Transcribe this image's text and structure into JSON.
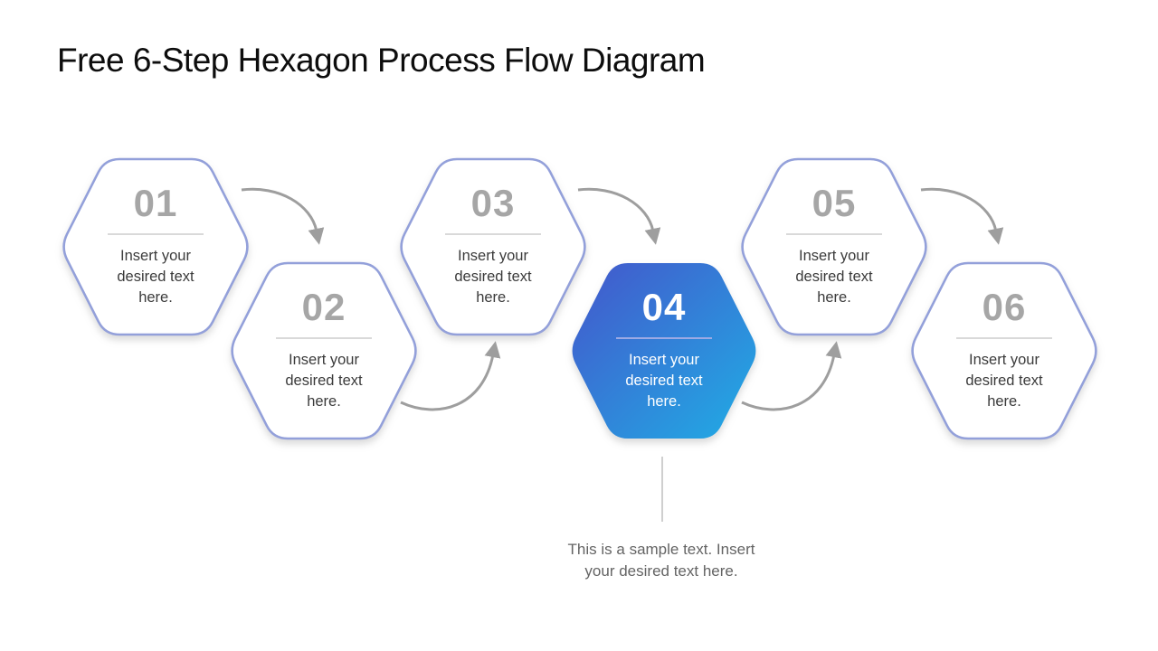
{
  "slide": {
    "title": "Free 6-Step Hexagon Process Flow Diagram",
    "background": "#ffffff"
  },
  "steps": [
    {
      "number": "01",
      "text": "Insert your desired text here.",
      "active": false
    },
    {
      "number": "02",
      "text": "Insert your desired text here.",
      "active": false
    },
    {
      "number": "03",
      "text": "Insert your desired text here.",
      "active": false
    },
    {
      "number": "04",
      "text": "Insert your desired text here.",
      "active": true
    },
    {
      "number": "05",
      "text": "Insert your desired text here.",
      "active": false
    },
    {
      "number": "06",
      "text": "Insert your desired text here.",
      "active": false
    }
  ],
  "callout": {
    "text": "This is a sample text. Insert your desired text here."
  },
  "colors": {
    "bg": "#ffffff",
    "title_text": "#0d0d0d",
    "hex_border": "#93a0da",
    "hex_fill": "#ffffff",
    "number_gray": "#a6a6a6",
    "divider_gray": "#d9d9d9",
    "body_text": "#3b3b3b",
    "active_gradient_start": "#4456cb",
    "active_gradient_end": "#20ade5",
    "active_divider": "#9ba9e4",
    "active_text": "#ffffff",
    "arrow": "#9e9e9e",
    "callout_line": "#cfcfcf",
    "callout_text": "#646464"
  }
}
